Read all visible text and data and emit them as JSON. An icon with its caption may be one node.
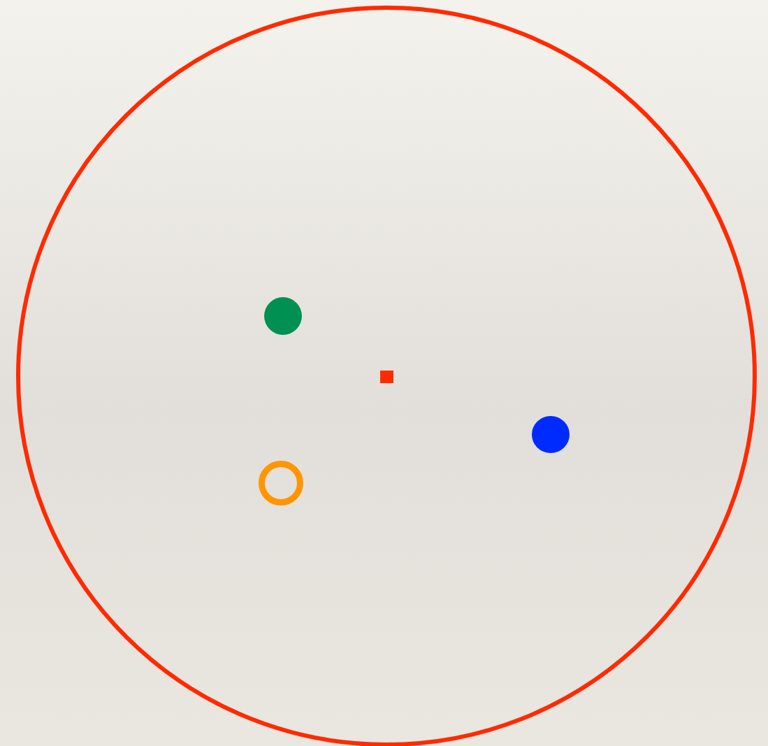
{
  "diagram": {
    "nodes": [
      {
        "text": [],
        "shape": "circle"
      },
      {
        "text": [],
        "shape": "circle",
        "in": 0
      },
      {
        "text": [],
        "shape": "box",
        "in": 0
      },
      {
        "text": [],
        "shape": "circle",
        "in": 0
      },
      {
        "text": [],
        "shape": "circle",
        "in": 0
      }
    ]
  }
}
